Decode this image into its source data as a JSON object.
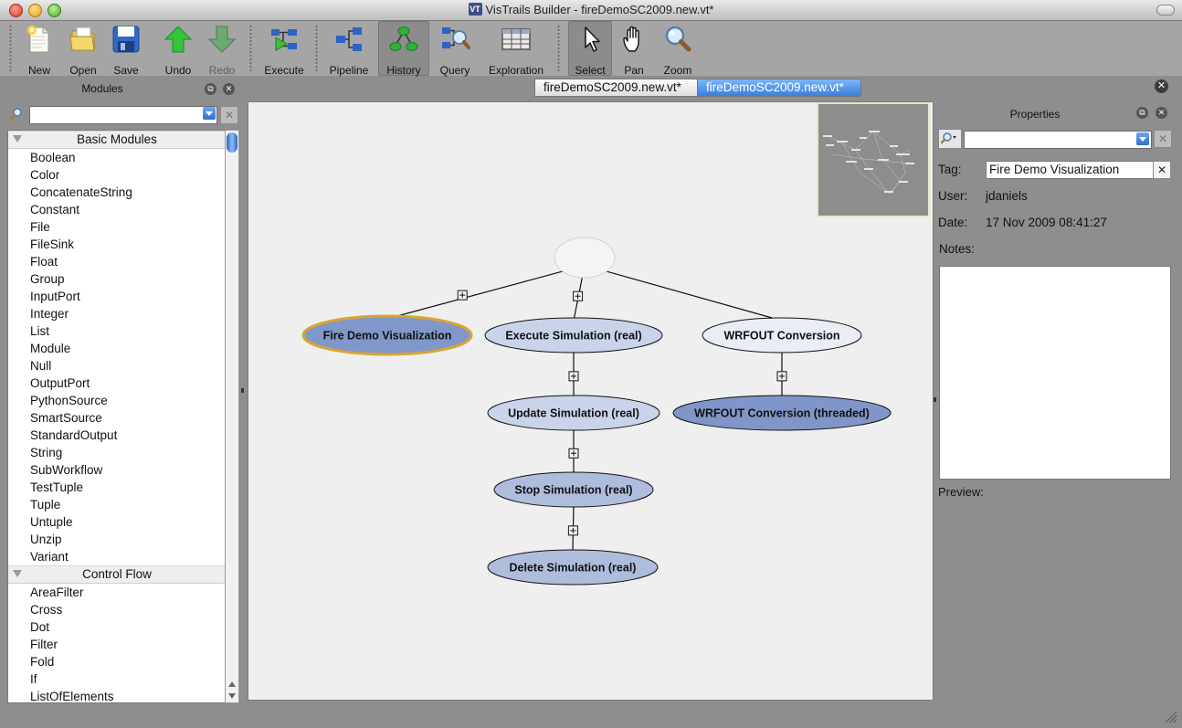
{
  "window": {
    "title": "VisTrails Builder - fireDemoSC2009.new.vt*",
    "app_icon": "VT"
  },
  "toolbar": [
    {
      "label": "New",
      "icon": "new-file-icon",
      "enabled": true
    },
    {
      "label": "Open",
      "icon": "open-folder-icon",
      "enabled": true
    },
    {
      "label": "Save",
      "icon": "save-disk-icon",
      "enabled": true
    },
    {
      "label": "Undo",
      "icon": "undo-arrow-up-icon",
      "enabled": true
    },
    {
      "label": "Redo",
      "icon": "redo-arrow-down-icon",
      "enabled": false
    },
    {
      "label": "Execute",
      "icon": "execute-pipeline-icon",
      "enabled": true
    },
    {
      "label": "Pipeline",
      "icon": "pipeline-icon",
      "enabled": true
    },
    {
      "label": "History",
      "icon": "history-tree-icon",
      "enabled": true,
      "pressed": true
    },
    {
      "label": "Query",
      "icon": "query-magnifier-icon",
      "enabled": true
    },
    {
      "label": "Exploration",
      "icon": "exploration-grid-icon",
      "enabled": true
    },
    {
      "label": "Select",
      "icon": "arrow-cursor-icon",
      "enabled": true,
      "pressed": true
    },
    {
      "label": "Pan",
      "icon": "hand-icon",
      "enabled": true
    },
    {
      "label": "Zoom",
      "icon": "magnifier-icon",
      "enabled": true
    }
  ],
  "modules_panel": {
    "title": "Modules",
    "search_value": "",
    "categories": [
      {
        "name": "Basic Modules",
        "items": [
          "Boolean",
          "Color",
          "ConcatenateString",
          "Constant",
          "File",
          "FileSink",
          "Float",
          "Group",
          "InputPort",
          "Integer",
          "List",
          "Module",
          "Null",
          "OutputPort",
          "PythonSource",
          "SmartSource",
          "StandardOutput",
          "String",
          "SubWorkflow",
          "TestTuple",
          "Tuple",
          "Untuple",
          "Unzip",
          "Variant"
        ]
      },
      {
        "name": "Control Flow",
        "items": [
          "AreaFilter",
          "Cross",
          "Dot",
          "Filter",
          "Fold",
          "If",
          "ListOfElements"
        ]
      }
    ]
  },
  "tabs": [
    {
      "label": "fireDemoSC2009.new.vt*",
      "active": false
    },
    {
      "label": "fireDemoSC2009.new.vt*",
      "active": true
    }
  ],
  "version_tree": {
    "nodes": [
      {
        "id": "root",
        "label": "",
        "style": "root"
      },
      {
        "id": "n1",
        "label": "Fire Demo Visualization",
        "style": "selected"
      },
      {
        "id": "n2",
        "label": "Execute Simulation (real)",
        "style": "light"
      },
      {
        "id": "n3",
        "label": "WRFOUT Conversion",
        "style": "lightest"
      },
      {
        "id": "n4",
        "label": "Update Simulation (real)",
        "style": "light"
      },
      {
        "id": "n5",
        "label": "WRFOUT Conversion (threaded)",
        "style": "dark"
      },
      {
        "id": "n6",
        "label": "Stop Simulation (real)",
        "style": "mid"
      },
      {
        "id": "n7",
        "label": "Delete Simulation (real)",
        "style": "mid"
      }
    ],
    "edges": [
      {
        "from": "root",
        "to": "n1",
        "collapsed": true
      },
      {
        "from": "root",
        "to": "n2",
        "collapsed": true
      },
      {
        "from": "root",
        "to": "n3",
        "collapsed": false
      },
      {
        "from": "n2",
        "to": "n4",
        "collapsed": true
      },
      {
        "from": "n3",
        "to": "n5",
        "collapsed": true
      },
      {
        "from": "n4",
        "to": "n6",
        "collapsed": true
      },
      {
        "from": "n6",
        "to": "n7",
        "collapsed": true
      }
    ]
  },
  "properties_panel": {
    "title": "Properties",
    "tag_label": "Tag:",
    "tag_value": "Fire Demo Visualization",
    "user_label": "User:",
    "user_value": "jdaniels",
    "date_label": "Date:",
    "date_value": "17 Nov 2009 08:41:27",
    "notes_label": "Notes:",
    "notes_value": "",
    "preview_label": "Preview:"
  },
  "colors": {
    "node_selected": "#7f98c9",
    "node_selected_border": "#d9a531",
    "node_light": "#c9d4ea",
    "node_lightest": "#e8edf6",
    "node_mid": "#aebdde",
    "node_dark": "#8096c8",
    "active_tab": "#3a7fdc"
  }
}
